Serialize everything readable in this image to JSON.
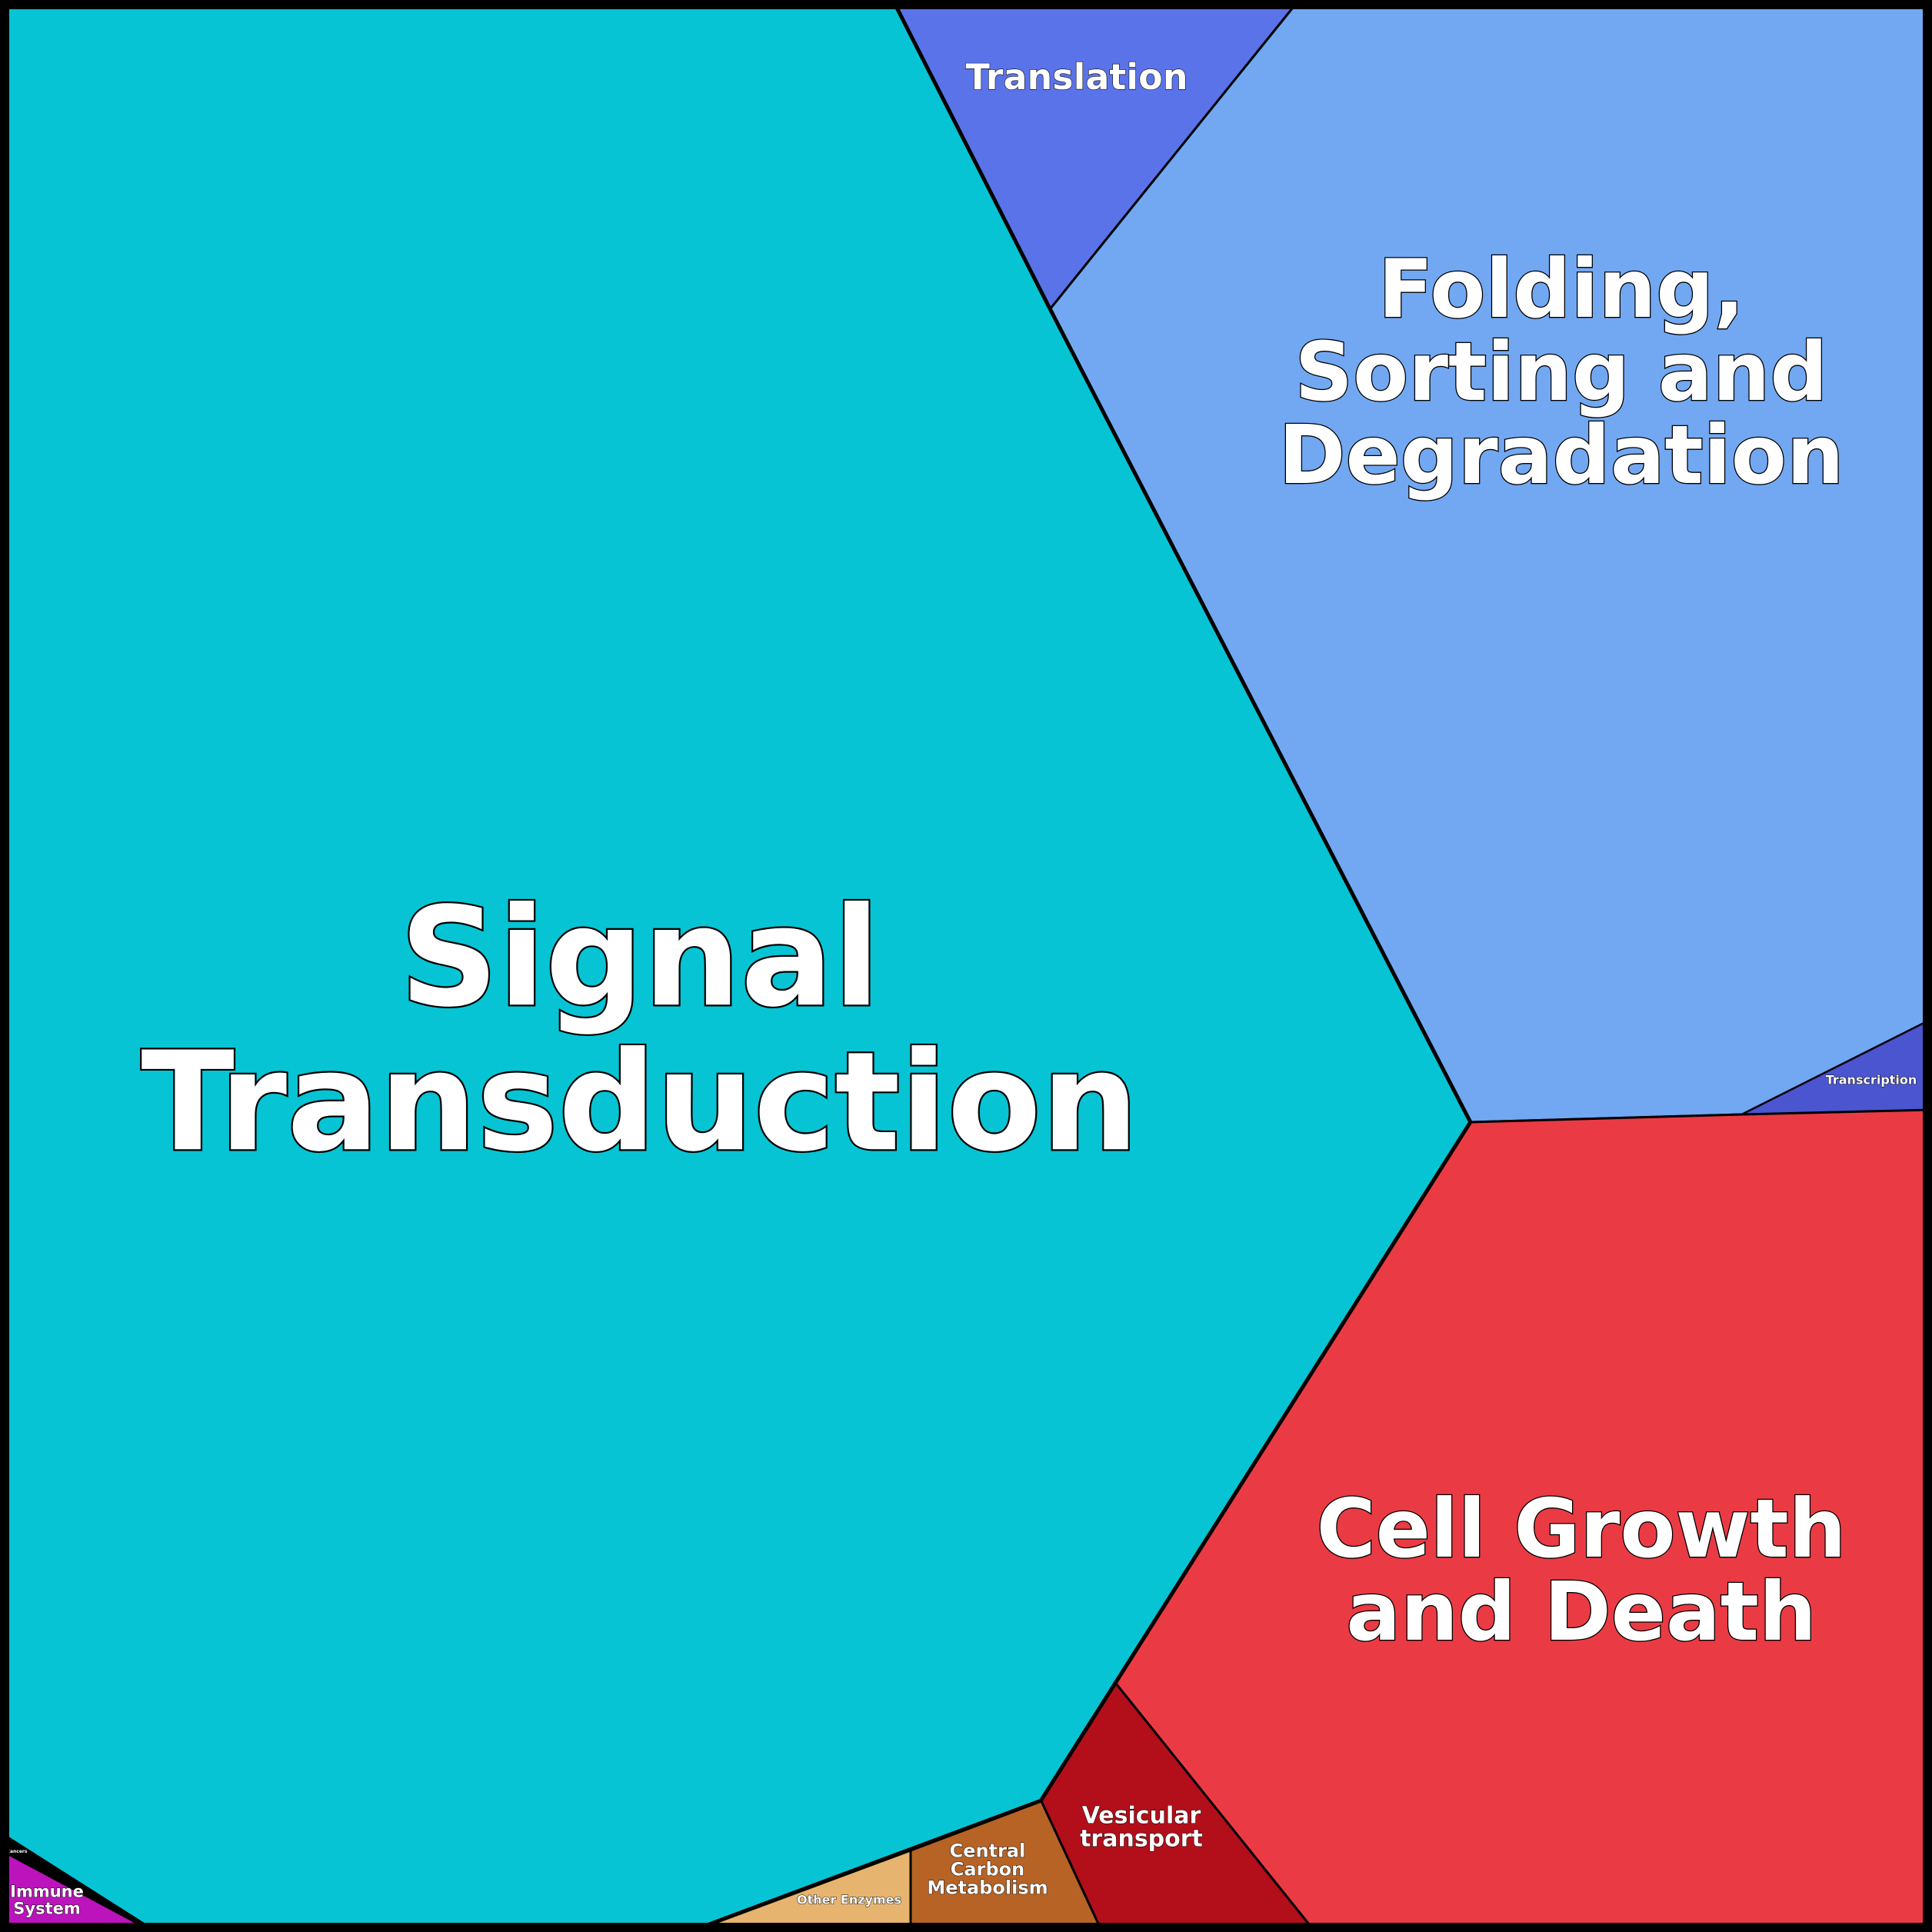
{
  "diagram": {
    "type": "voronoi-treemap",
    "background": "#000000",
    "cells": [
      {
        "id": "signal",
        "label": [
          "Signal",
          "Transduction"
        ],
        "color": "#06C4D4"
      },
      {
        "id": "translation",
        "label": [
          "Translation"
        ],
        "color": "#5B73E9"
      },
      {
        "id": "folding",
        "label": [
          "Folding,",
          "Sorting and",
          "Degradation"
        ],
        "color": "#72A8F2"
      },
      {
        "id": "transcription",
        "label": [
          "Transcription"
        ],
        "color": "#4A55CF"
      },
      {
        "id": "cellgrowth",
        "label": [
          "Cell Growth",
          "and Death"
        ],
        "color": "#EA3B44"
      },
      {
        "id": "vesicular",
        "label": [
          "Vesicular",
          "transport"
        ],
        "color": "#B20F1A"
      },
      {
        "id": "central",
        "label": [
          "Central",
          "Carbon",
          "Metabolism"
        ],
        "color": "#B66325"
      },
      {
        "id": "otherenz",
        "label": [
          "Other Enzymes"
        ],
        "color": "#E6B46E"
      },
      {
        "id": "immune",
        "label": [
          "Immune",
          "System"
        ],
        "color": "#BC13BC"
      },
      {
        "id": "cancers",
        "label": [
          "Cancers"
        ],
        "color": "#222222"
      }
    ]
  }
}
